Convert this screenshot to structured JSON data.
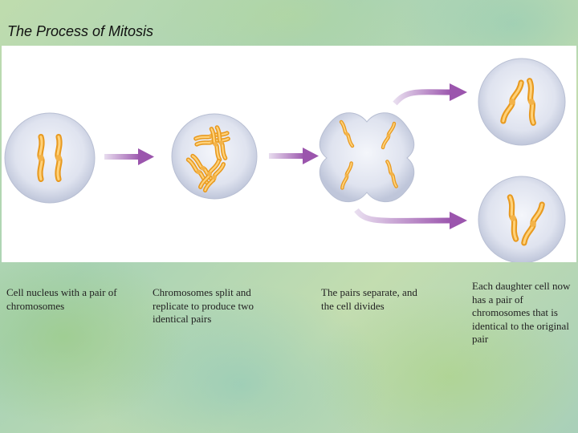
{
  "title": "The Process of Mitosis",
  "captions": {
    "step1": "Cell nucleus with a pair of chromosomes",
    "step2": "Chromosomes split and replicate to produce two identical pairs",
    "step3": "The pairs separate, and the cell divides",
    "step4": "Each daughter cell now has a pair of chromosomes that is identical to the original pair"
  },
  "colors": {
    "cell_fill": "#d6dceb",
    "chromosome": "#f0a830",
    "arrow": "#a05fb0"
  }
}
